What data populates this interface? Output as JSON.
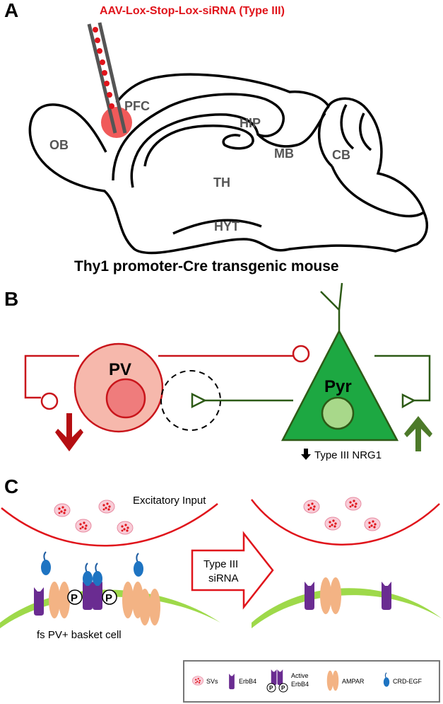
{
  "panel_a": {
    "letter": "A",
    "injection_label": "AAV-Lox-Stop-Lox-siRNA (Type III)",
    "regions": {
      "pfc": "PFC",
      "ob": "OB",
      "hip": "HIP",
      "mb": "MB",
      "cb": "CB",
      "th": "TH",
      "hyt": "HYT"
    },
    "caption": "Thy1 promoter-Cre transgenic mouse"
  },
  "panel_b": {
    "letter": "B",
    "pv": "PV",
    "pyr": "Pyr",
    "nrg_label": "Type III NRG1",
    "colors": {
      "pv_fill": "#f6b8ac",
      "pv_stroke": "#c9151b",
      "pyr_fill": "#1da842",
      "pyr_stroke": "#2d5a16"
    }
  },
  "panel_c": {
    "letter": "C",
    "excitatory_input": "Excitatory Input",
    "arrow_line1": "Type III",
    "arrow_line2": "siRNA",
    "cell_label": "fs PV+ basket cell",
    "phospho": "P",
    "legend": {
      "svs": "SVs",
      "erbb4": "ErbB4",
      "active_line1": "Active",
      "active_line2": "ErbB4",
      "ampar": "AMPAR",
      "crd_egf": "CRD-EGF"
    }
  }
}
